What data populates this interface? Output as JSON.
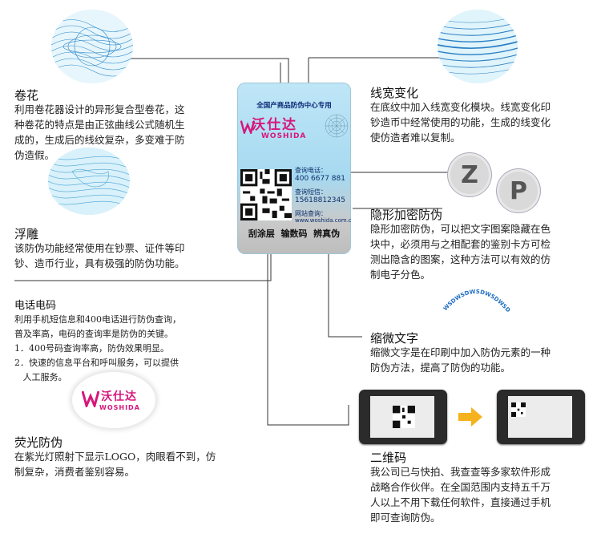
{
  "sections": {
    "juanhua": {
      "title": "卷花",
      "desc": [
        "利用卷花器设计的异形复合型卷花，这",
        "种卷花的特点是由正弦曲线公式随机生",
        "成的，生成后的线纹复杂，多变难于防",
        "伪造假。"
      ]
    },
    "fudiao": {
      "title": "浮雕",
      "desc": [
        "该防伪功能经常使用在钞票、证件等印",
        "钞、造币行业，具有极强的防伪功能。"
      ]
    },
    "dianhua": {
      "title": "电话电码",
      "desc": [
        "利用手机短信息和400电话进行防伪查询，",
        "普及率高，电码的查询率是防伪的关键。",
        "1．400号码查询率高，防伪效果明显。",
        "2．快速的信息平台和呼叫服务，可以提供",
        "   人工服务。"
      ]
    },
    "yingguang": {
      "title": "荧光防伪",
      "desc": [
        "在紫光灯照射下显示LOGO，肉眼看不到，仿",
        "制复杂，消费者鉴别容易。"
      ]
    },
    "xiankuan": {
      "title": "线宽变化",
      "desc": [
        "在底纹中加入线宽变化模块。线宽变化印",
        "钞造币中经常使用的功能，生成的线变化",
        "使仿造者难以复制。"
      ]
    },
    "yinxing": {
      "title": "隐形加密防伪",
      "desc": [
        "隐形加密防伪，可以把文字图案隐藏在色",
        "块中，必须用与之相配套的鉴别卡方可检",
        "测出隐含的图案，这种方法可以有效的仿",
        "制电子分色。"
      ]
    },
    "suowei": {
      "title": "缩微文字",
      "desc": [
        "缩微文字是在印刷中加入防伪元素的一种",
        "防伪方法，提高了防伪的功能。"
      ]
    },
    "erweima": {
      "title": "二维码",
      "desc": [
        "我公司已与快拍、我查查等多家软件形成",
        "战略合作伙伴。在全国范围内支持五千万",
        "人以上不用下载任何软件，直接通过手机",
        "即可查询防伪。"
      ]
    }
  },
  "label": {
    "header": "全国产商品防伪中心专用",
    "brand_cn": "沃仕达",
    "brand_en": "WOSHIDA",
    "phone_label": "查询电话：",
    "phone_number": "400 6677 881",
    "sms_label": "查询短信：",
    "sms_number": "15618812345",
    "web_label": "网站查询：",
    "web_url": "www.woshida.com.cn",
    "bottom": "刮涂层  输数码  辨真伪"
  },
  "logo": {
    "brand_cn": "沃仕达",
    "brand_en": "WOSHIDA"
  },
  "hidden_letters": [
    "Z",
    "P"
  ],
  "micro_text": "WSDWSDWSDWSDWSDWSD",
  "colors": {
    "accent": "#1f6fc2",
    "brand": "#d6177c",
    "label_bg": "#a6d9f0",
    "leader_line": "#333333"
  }
}
